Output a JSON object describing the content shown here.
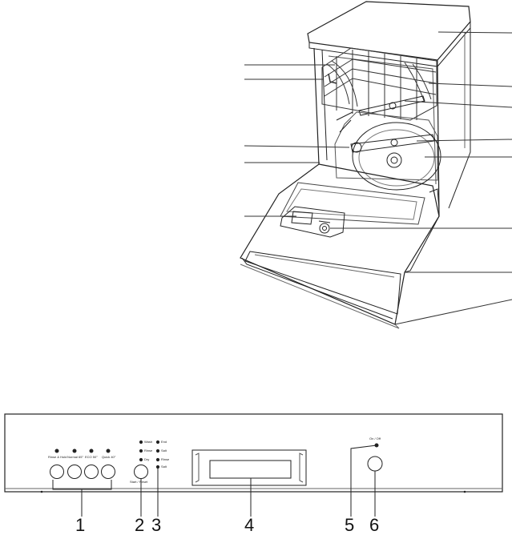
{
  "panel_callouts": [
    "1",
    "2",
    "3",
    "4",
    "5",
    "6"
  ],
  "program_buttons": [
    {
      "label": "Rinse & Hold"
    },
    {
      "label": "Normal 65°"
    },
    {
      "label": "ECO 50°"
    },
    {
      "label": "Quick 40°"
    }
  ],
  "indicator_lights": [
    "Wash",
    "Rinse",
    "Dry",
    "Salt"
  ],
  "option_labels": [
    "End",
    "Salt",
    "Rinse"
  ],
  "start_label": "Start / Reset",
  "power_label": "On / Off"
}
